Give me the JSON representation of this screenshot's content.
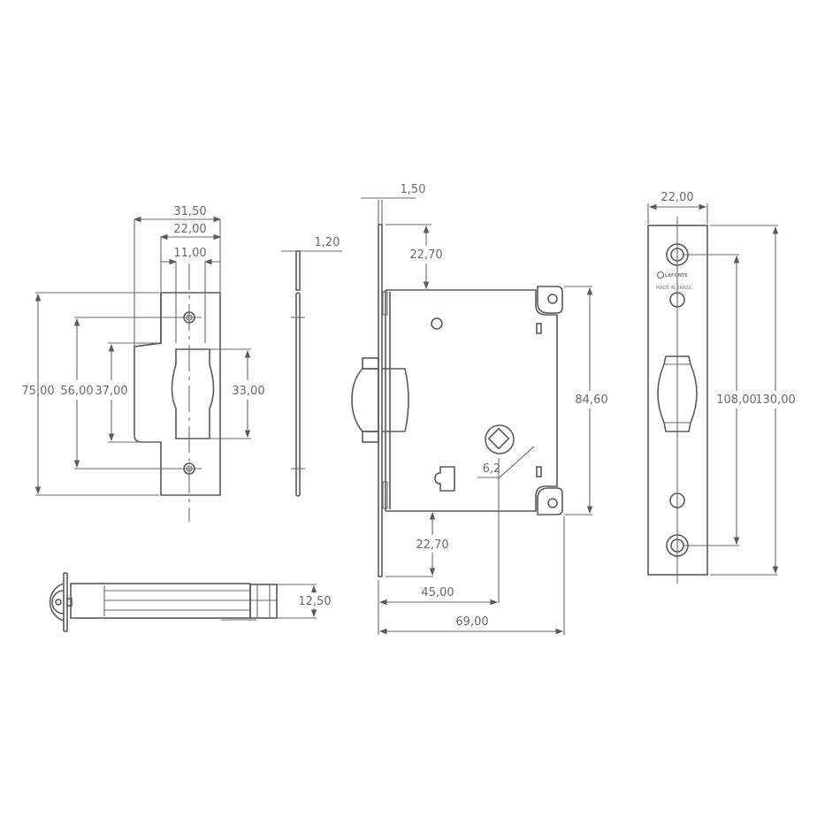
{
  "drawing": {
    "colors": {
      "line": "#5a5a5a",
      "text": "#6a6a6a",
      "background": "#ffffff"
    },
    "strike_plate_front": {
      "dims": {
        "w_total": "31,50",
        "w_plate": "22,00",
        "w_center": "11,00",
        "h_total": "75,00",
        "h_holes": "56,00",
        "h_flange": "37,00",
        "h_opening": "33,00"
      }
    },
    "strike_plate_side": {
      "dims": {
        "thickness": "1,20"
      }
    },
    "latch_bottom": {
      "dims": {
        "height": "12,50"
      }
    },
    "lock_body": {
      "dims": {
        "faceplate_thickness": "1,50",
        "top_offset": "22,70",
        "body_height": "84,60",
        "spindle": "6,2",
        "bottom_offset": "22,70",
        "backset": "45,00",
        "depth": "69,00"
      }
    },
    "faceplate": {
      "dims": {
        "width": "22,00",
        "h_holes": "108,00",
        "h_total": "130,00"
      },
      "brand": "LAFONTE",
      "made_in": "MADE IN BRAZIL"
    }
  }
}
